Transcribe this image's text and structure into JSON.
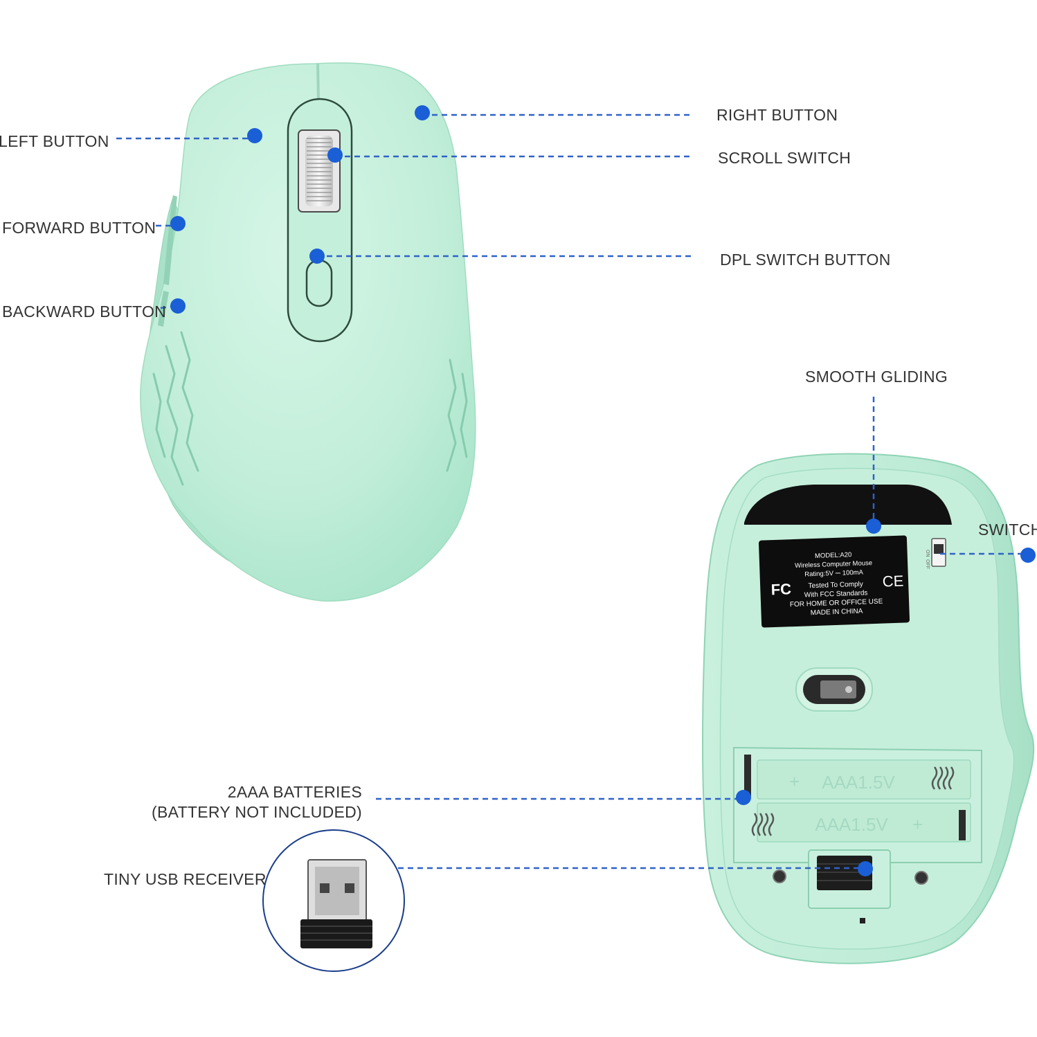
{
  "colors": {
    "mint_body": "#bfeed8",
    "mint_light": "#d4f5e6",
    "mint_dark": "#8fd6b8",
    "outline": "#2d4a3c",
    "callout_blue": "#1a5fd6",
    "dash_blue": "#2f62c9",
    "label_text": "#333333"
  },
  "callouts": {
    "left_button": "LEFT BUTTON",
    "forward_button": "FORWARD BUTTON",
    "backward_button": "BACKWARD BUTTON",
    "right_button": "RIGHT BUTTON",
    "scroll_switch": "SCROLL SWITCH",
    "dpl_switch_button": "DPL SWITCH BUTTON",
    "smooth_gliding": "SMOOTH GLIDING",
    "switch": "SWITCH",
    "batteries_line1": "2AAA BATTERIES",
    "batteries_line2": "(BATTERY NOT INCLUDED)",
    "usb_receiver": "TINY USB RECEIVER"
  },
  "spec_label": {
    "model": "MODEL:A20",
    "product": "Wireless Computer Mouse",
    "rating": "Rating:5V ⎓ 100mA",
    "tested1": "Tested To Comply",
    "tested2": "With FCC Standards",
    "use": "FOR HOME OR OFFICE USE",
    "origin": "MADE IN CHINA",
    "fc_mark": "FC",
    "ce_mark": "CE"
  },
  "battery_bay": {
    "top_cell": "AAA1.5V",
    "bottom_cell": "AAA1.5V",
    "plus": "+",
    "minus": "−"
  },
  "power_switch": {
    "on": "ON",
    "off": "OFF"
  },
  "icons": [
    "callout-dot",
    "usb-receiver-icon",
    "fc-mark-icon",
    "ce-mark-icon",
    "spring-icon"
  ]
}
